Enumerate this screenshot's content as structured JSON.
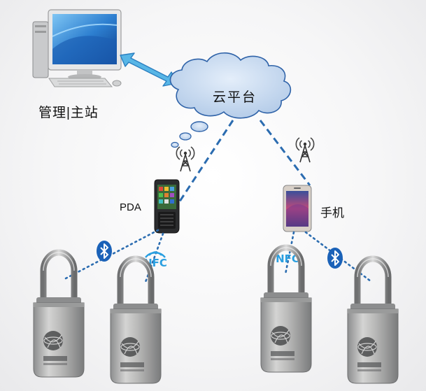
{
  "diagram": {
    "management_station": {
      "label": "管理|主站",
      "icon": "desktop-computer-icon"
    },
    "cloud_platform": {
      "label": "云平台",
      "icon": "cloud-icon"
    },
    "pda": {
      "label": "PDA",
      "icon": "pda-device-icon"
    },
    "phone": {
      "label": "手机",
      "icon": "smartphone-icon"
    },
    "signal_icon": "signal-tower-icon",
    "links": [
      {
        "from": "management_station",
        "to": "cloud_platform",
        "style": "double-arrow"
      },
      {
        "from": "cloud_platform",
        "to": "pda",
        "style": "dashed"
      },
      {
        "from": "cloud_platform",
        "to": "phone",
        "style": "dashed"
      },
      {
        "from": "pda",
        "to": "lock-1",
        "style": "dotted",
        "protocol": "bluetooth"
      },
      {
        "from": "pda",
        "to": "lock-2",
        "style": "dotted",
        "protocol": "NFC"
      },
      {
        "from": "phone",
        "to": "lock-3",
        "style": "dotted",
        "protocol": "NFC"
      },
      {
        "from": "phone",
        "to": "lock-4",
        "style": "dotted",
        "protocol": "bluetooth"
      }
    ],
    "nfc_label": "NFC",
    "lock_count": 4,
    "colors": {
      "link_blue": "#2b6cb0",
      "cloud_fill": "#c7d9f0",
      "cloud_stroke": "#2e62a8",
      "arrow_fill": "#58b6e6",
      "bluetooth_blue": "#1b62b8",
      "nfc_blue": "#2a9fe0"
    }
  }
}
